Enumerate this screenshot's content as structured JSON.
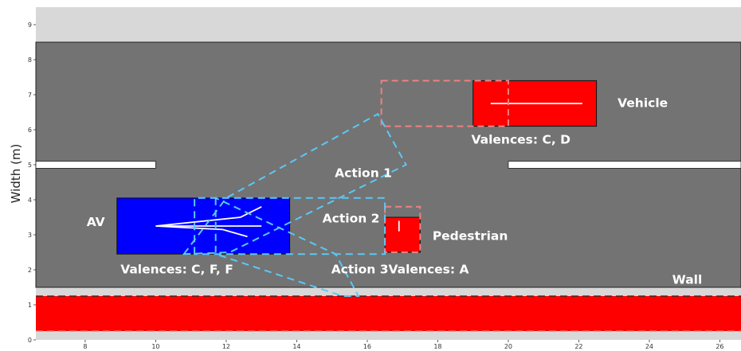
{
  "chart_data": {
    "type": "diagram",
    "ylabel": "Width (m)",
    "xlim": [
      6.6,
      26.6
    ],
    "ylim": [
      0,
      9.5
    ],
    "x_ticks": [
      8,
      10,
      12,
      14,
      16,
      18,
      20,
      22,
      24,
      26
    ],
    "y_ticks": [
      0,
      1,
      2,
      3,
      4,
      5,
      6,
      7,
      8,
      9
    ],
    "colors": {
      "road": "#737373",
      "verge": "#d8d8d8",
      "av": "#0000ff",
      "obstacle": "#ff0000",
      "action_box": "#5bc8f5",
      "valence_box": "#f08080",
      "lane_marking": "#ffffff"
    },
    "road": {
      "y_range": [
        1.5,
        8.5
      ]
    },
    "lane_markings": [
      {
        "x_range": [
          6.6,
          10.0
        ],
        "y_range": [
          4.9,
          5.1
        ]
      },
      {
        "x_range": [
          20.0,
          26.6
        ],
        "y_range": [
          4.9,
          5.1
        ]
      }
    ],
    "wall": {
      "label": "Wall",
      "x_range": [
        6.6,
        26.6
      ],
      "y_range": [
        0.25,
        1.25
      ]
    },
    "av": {
      "label": "AV",
      "x_range": [
        8.9,
        13.8
      ],
      "y_range": [
        2.45,
        4.05
      ],
      "valences": "Valences: C, F, F"
    },
    "pedestrian": {
      "label": "Pedestrian",
      "x_range": [
        16.5,
        17.5
      ],
      "y_range": [
        2.5,
        3.5
      ],
      "valences": "Valences: A"
    },
    "vehicle": {
      "label": "Vehicle",
      "x_range": [
        19.0,
        22.5
      ],
      "y_range": [
        6.1,
        7.4
      ],
      "valences": "Valences: C, D"
    },
    "actions": [
      {
        "label": "Action 1",
        "polygon": [
          [
            10.8,
            2.45
          ],
          [
            12.0,
            4.05
          ],
          [
            16.3,
            6.45
          ],
          [
            17.1,
            5.0
          ],
          [
            12.1,
            2.5
          ]
        ]
      },
      {
        "label": "Action 2",
        "polygon": [
          [
            11.1,
            2.45
          ],
          [
            11.1,
            4.05
          ],
          [
            16.5,
            4.05
          ],
          [
            16.5,
            2.45
          ]
        ]
      },
      {
        "label": "Action 3",
        "polygon": [
          [
            11.7,
            4.05
          ],
          [
            11.7,
            2.45
          ],
          [
            15.3,
            1.25
          ],
          [
            15.75,
            1.25
          ],
          [
            15.1,
            2.45
          ]
        ]
      }
    ],
    "valence_boxes": [
      {
        "x_range": [
          16.5,
          17.5
        ],
        "y_range": [
          2.5,
          3.8
        ]
      },
      {
        "x_range": [
          16.4,
          20.0
        ],
        "y_range": [
          6.1,
          7.4
        ]
      }
    ],
    "trajectories": {
      "av": [
        [
          [
            10.0,
            3.25
          ],
          [
            13.0,
            3.25
          ]
        ],
        [
          [
            10.0,
            3.25
          ],
          [
            12.4,
            3.5
          ],
          [
            13.0,
            3.8
          ]
        ],
        [
          [
            10.0,
            3.25
          ],
          [
            11.9,
            3.15
          ],
          [
            12.6,
            2.95
          ]
        ]
      ],
      "pedestrian": [
        [
          [
            16.9,
            3.1
          ],
          [
            16.9,
            3.4
          ]
        ]
      ],
      "vehicle": [
        [
          [
            19.5,
            6.75
          ],
          [
            22.1,
            6.75
          ]
        ]
      ]
    }
  }
}
